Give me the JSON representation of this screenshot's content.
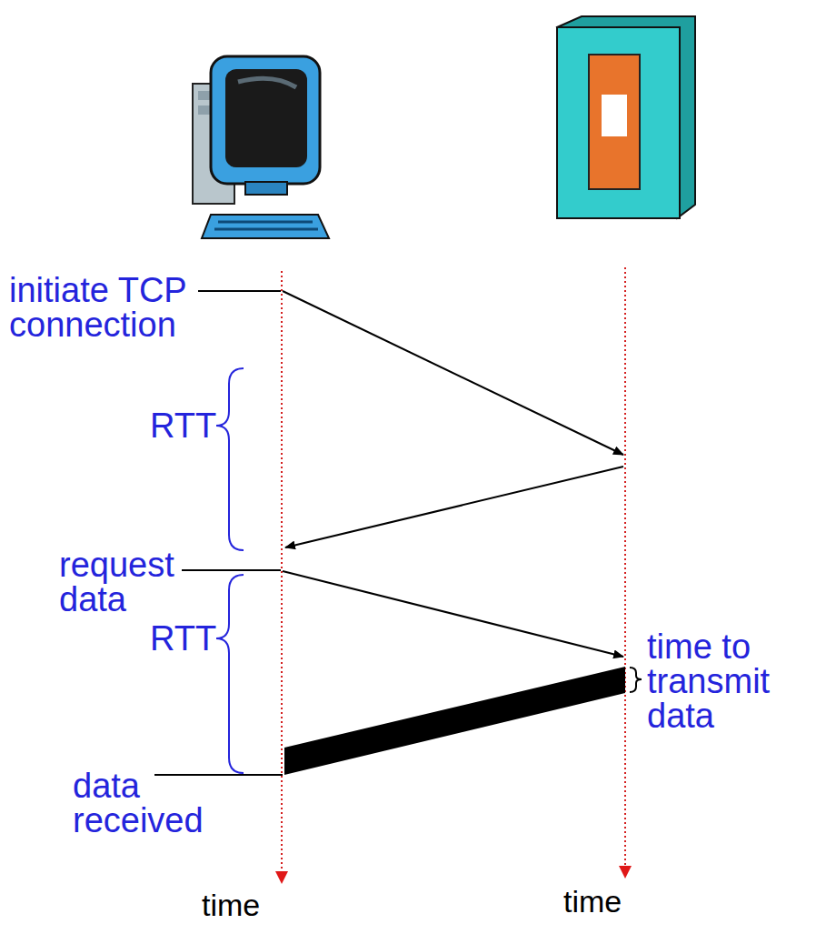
{
  "diagram": {
    "labels": [
      "initiate TCP connection",
      "RTT",
      "request data",
      "RTT",
      "time to transmit data",
      "data received",
      "time",
      "time"
    ]
  }
}
